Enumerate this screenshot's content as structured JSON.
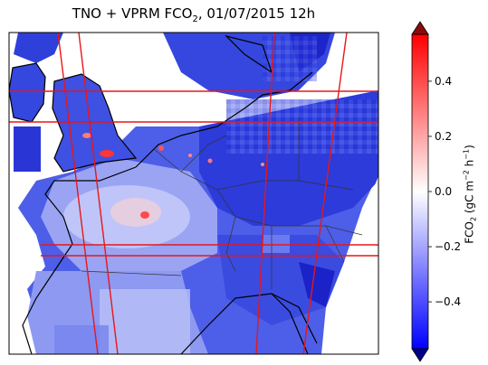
{
  "figure": {
    "title_prefix": "TNO + VPRM FCO",
    "title_sub": "2",
    "title_suffix": ", 01/07/2015 12h"
  },
  "colorbar": {
    "label_prefix": "FCO",
    "label_sub": "2",
    "label_unit_start": " (gC m",
    "label_sup1": "−2",
    "label_mid": " h",
    "label_sup2": "−1",
    "label_end": ")",
    "ticks": [
      {
        "value": 0.4,
        "label": "0.4"
      },
      {
        "value": 0.2,
        "label": "0.2"
      },
      {
        "value": 0.0,
        "label": "0.0"
      },
      {
        "value": -0.2,
        "label": "−0.2"
      },
      {
        "value": -0.4,
        "label": "−0.4"
      }
    ],
    "range": [
      -0.57,
      0.57
    ],
    "colormap": [
      "#0000ff",
      "#ffffff",
      "#ff0000"
    ],
    "extend": "both"
  },
  "colors": {
    "orbit_lines": "#e8161b",
    "coastline": "#000000",
    "borders": "#333333",
    "strong_negative": "#1a1adc",
    "moderate_negative": "#6a78ee",
    "weak_negative": "#b9c0f7",
    "positive": "#ff2a2a"
  },
  "map_labels": []
}
